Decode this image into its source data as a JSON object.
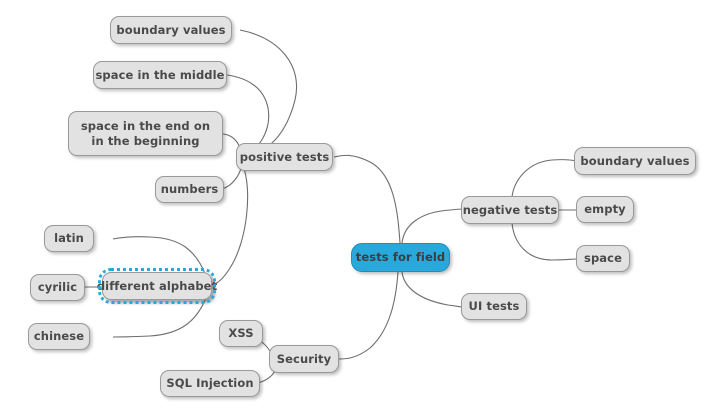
{
  "app": {
    "title": "tests for field",
    "type": "mind-map",
    "background_color": "#ffffff"
  },
  "theme": {
    "node_fill": "#e2e2e2",
    "node_border": "#999999",
    "node_text": "#4a4a4a",
    "root_fill": "#29a8dc",
    "root_border": "#1f8cbb",
    "selection_color": "#29a8dc",
    "edge_color": "#6e6e6e"
  },
  "mindmap": {
    "root": {
      "id": "root",
      "label": "tests for field",
      "selected": false
    },
    "nodes": [
      {
        "id": "positive-tests",
        "label": "positive tests",
        "parent": "root",
        "selected": false
      },
      {
        "id": "boundary-values-p",
        "label": "boundary values",
        "parent": "positive-tests",
        "selected": false
      },
      {
        "id": "space-middle",
        "label": "space in the middle",
        "parent": "positive-tests",
        "selected": false
      },
      {
        "id": "space-end-begin",
        "label": "space in the end on in the beginning",
        "parent": "positive-tests",
        "selected": false
      },
      {
        "id": "numbers",
        "label": "numbers",
        "parent": "positive-tests",
        "selected": false
      },
      {
        "id": "different-alphabet",
        "label": "different alphabet",
        "parent": "positive-tests",
        "selected": true
      },
      {
        "id": "latin",
        "label": "latin",
        "parent": "different-alphabet",
        "selected": false
      },
      {
        "id": "cyrilic",
        "label": "cyrilic",
        "parent": "different-alphabet",
        "selected": false
      },
      {
        "id": "chinese",
        "label": "chinese",
        "parent": "different-alphabet",
        "selected": false
      },
      {
        "id": "negative-tests",
        "label": "negative tests",
        "parent": "root",
        "selected": false
      },
      {
        "id": "boundary-values-n",
        "label": "boundary values",
        "parent": "negative-tests",
        "selected": false
      },
      {
        "id": "empty",
        "label": "empty",
        "parent": "negative-tests",
        "selected": false
      },
      {
        "id": "space",
        "label": "space",
        "parent": "negative-tests",
        "selected": false
      },
      {
        "id": "ui-tests",
        "label": "UI tests",
        "parent": "root",
        "selected": false
      },
      {
        "id": "security",
        "label": "Security",
        "parent": "root",
        "selected": false
      },
      {
        "id": "xss",
        "label": "XSS",
        "parent": "security",
        "selected": false
      },
      {
        "id": "sql-injection",
        "label": "SQL Injection",
        "parent": "security",
        "selected": false
      }
    ]
  }
}
